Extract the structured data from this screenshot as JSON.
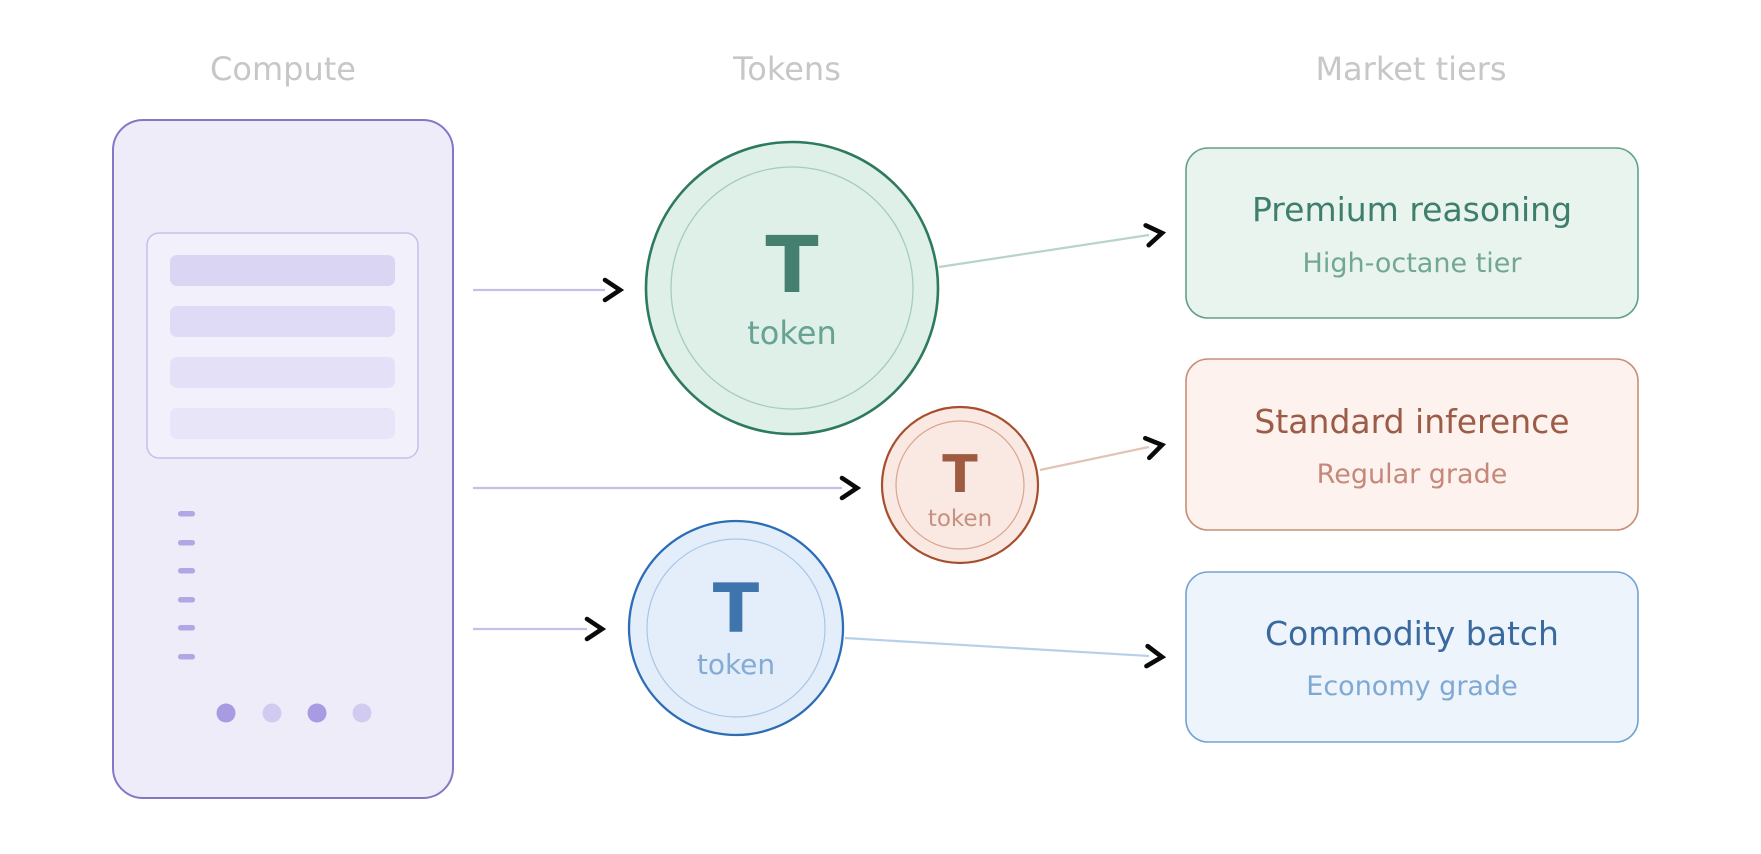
{
  "headers": {
    "compute": "Compute",
    "tokens": "Tokens",
    "market_tiers": "Market tiers"
  },
  "token_nodes": [
    {
      "id": "premium-token",
      "symbol": "T",
      "label": "token",
      "accent": "#2e7a5f"
    },
    {
      "id": "standard-token",
      "symbol": "T",
      "label": "token",
      "accent": "#a74f2d"
    },
    {
      "id": "commodity-token",
      "symbol": "T",
      "label": "token",
      "accent": "#2d6db6"
    }
  ],
  "market_tiers": [
    {
      "title": "Premium reasoning",
      "subtitle": "High-octane tier",
      "accent": "#3e7e6d"
    },
    {
      "title": "Standard inference",
      "subtitle": "Regular grade",
      "accent": "#9b5c48"
    },
    {
      "title": "Commodity batch",
      "subtitle": "Economy grade",
      "accent": "#39699f"
    }
  ],
  "palette": {
    "compute_fill": "#efecfa",
    "compute_border": "#8478c6",
    "arrow_line": "#c6c0e9",
    "arrowhead": "#0a0a0a",
    "premium_fill": "#def0e7",
    "premium_border": "#2e7a5f",
    "standard_fill": "#f9e9e2",
    "standard_border": "#a74f2d",
    "commodity_fill": "#e3eefa",
    "commodity_border": "#2d6db6",
    "header_gray": "#c7c7c7"
  }
}
